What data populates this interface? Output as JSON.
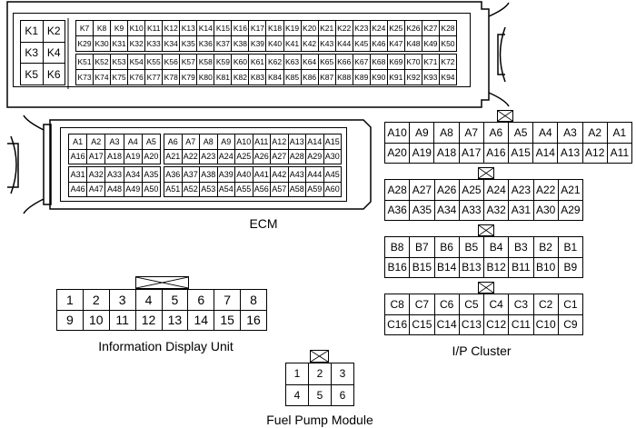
{
  "ecm": {
    "label": "ECM",
    "k_big": [
      "K1",
      "K2",
      "K3",
      "K4",
      "K5",
      "K6"
    ],
    "k_top": [
      "K7",
      "K8",
      "K9",
      "K10",
      "K11",
      "K12",
      "K13",
      "K14",
      "K15",
      "K16",
      "K17",
      "K18",
      "K19",
      "K20",
      "K21",
      "K22",
      "K23",
      "K24",
      "K25",
      "K26",
      "K27",
      "K28",
      "K29",
      "K30",
      "K31",
      "K32",
      "K33",
      "K34",
      "K35",
      "K36",
      "K37",
      "K38",
      "K39",
      "K40",
      "K41",
      "K42",
      "K43",
      "K44",
      "K45",
      "K46",
      "K47",
      "K48",
      "K49",
      "K50"
    ],
    "k_bot": [
      "K51",
      "K52",
      "K53",
      "K54",
      "K55",
      "K56",
      "K57",
      "K58",
      "K59",
      "K60",
      "K61",
      "K62",
      "K63",
      "K64",
      "K65",
      "K66",
      "K67",
      "K68",
      "K69",
      "K70",
      "K71",
      "K72",
      "K73",
      "K74",
      "K75",
      "K76",
      "K77",
      "K78",
      "K79",
      "K80",
      "K81",
      "K82",
      "K83",
      "K84",
      "K85",
      "K86",
      "K87",
      "K88",
      "K89",
      "K90",
      "K91",
      "K92",
      "K93",
      "K94"
    ],
    "a_tl": [
      "A1",
      "A2",
      "A3",
      "A4",
      "A5",
      "A16",
      "A17",
      "A18",
      "A19",
      "A20"
    ],
    "a_tr": [
      "A6",
      "A7",
      "A8",
      "A9",
      "A10",
      "A11",
      "A12",
      "A13",
      "A14",
      "A15",
      "A21",
      "A22",
      "A23",
      "A24",
      "A25",
      "A26",
      "A27",
      "A28",
      "A29",
      "A30"
    ],
    "a_bl": [
      "A31",
      "A32",
      "A33",
      "A34",
      "A35",
      "A46",
      "A47",
      "A48",
      "A49",
      "A50"
    ],
    "a_br": [
      "A36",
      "A37",
      "A38",
      "A39",
      "A40",
      "A41",
      "A42",
      "A43",
      "A44",
      "A45",
      "A51",
      "A52",
      "A53",
      "A54",
      "A55",
      "A56",
      "A57",
      "A58",
      "A59",
      "A60"
    ]
  },
  "ip_cluster": {
    "label": "I/P Cluster",
    "conn_a1": [
      "A10",
      "A9",
      "A8",
      "A7",
      "A6",
      "A5",
      "A4",
      "A3",
      "A2",
      "A1",
      "A20",
      "A19",
      "A18",
      "A17",
      "A16",
      "A15",
      "A14",
      "A13",
      "A12",
      "A11"
    ],
    "conn_a2": [
      "A28",
      "A27",
      "A26",
      "A25",
      "A24",
      "A23",
      "A22",
      "A21",
      "A36",
      "A35",
      "A34",
      "A33",
      "A32",
      "A31",
      "A30",
      "A29"
    ],
    "conn_b": [
      "B8",
      "B7",
      "B6",
      "B5",
      "B4",
      "B3",
      "B2",
      "B1",
      "B16",
      "B15",
      "B14",
      "B13",
      "B12",
      "B11",
      "B10",
      "B9"
    ],
    "conn_c": [
      "C8",
      "C7",
      "C6",
      "C5",
      "C4",
      "C3",
      "C2",
      "C1",
      "C16",
      "C15",
      "C14",
      "C13",
      "C12",
      "C11",
      "C10",
      "C9"
    ]
  },
  "info_display": {
    "label": "Information Display Unit",
    "pins": [
      "1",
      "2",
      "3",
      "4",
      "5",
      "6",
      "7",
      "8",
      "9",
      "10",
      "11",
      "12",
      "13",
      "14",
      "15",
      "16"
    ]
  },
  "fuel_pump": {
    "label": "Fuel Pump Module",
    "pins": [
      "1",
      "2",
      "3",
      "4",
      "5",
      "6"
    ]
  }
}
